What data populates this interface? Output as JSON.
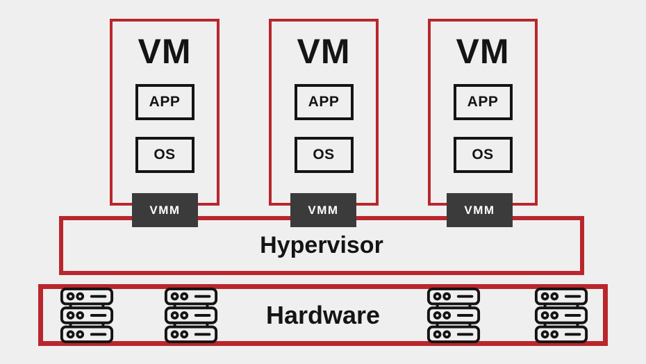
{
  "colors": {
    "background": "#efefef",
    "accent_red": "#b9262c",
    "vmm_dark": "#3b3b3b",
    "line_black": "#141414",
    "vmm_text": "#ffffff"
  },
  "vms": [
    {
      "title": "VM",
      "app_label": "APP",
      "os_label": "OS",
      "vmm_label": "VMM"
    },
    {
      "title": "VM",
      "app_label": "APP",
      "os_label": "OS",
      "vmm_label": "VMM"
    },
    {
      "title": "VM",
      "app_label": "APP",
      "os_label": "OS",
      "vmm_label": "VMM"
    }
  ],
  "hypervisor": {
    "label": "Hypervisor"
  },
  "hardware": {
    "label": "Hardware",
    "server_icon": "server-stack-icon",
    "server_icon_count": 4
  }
}
